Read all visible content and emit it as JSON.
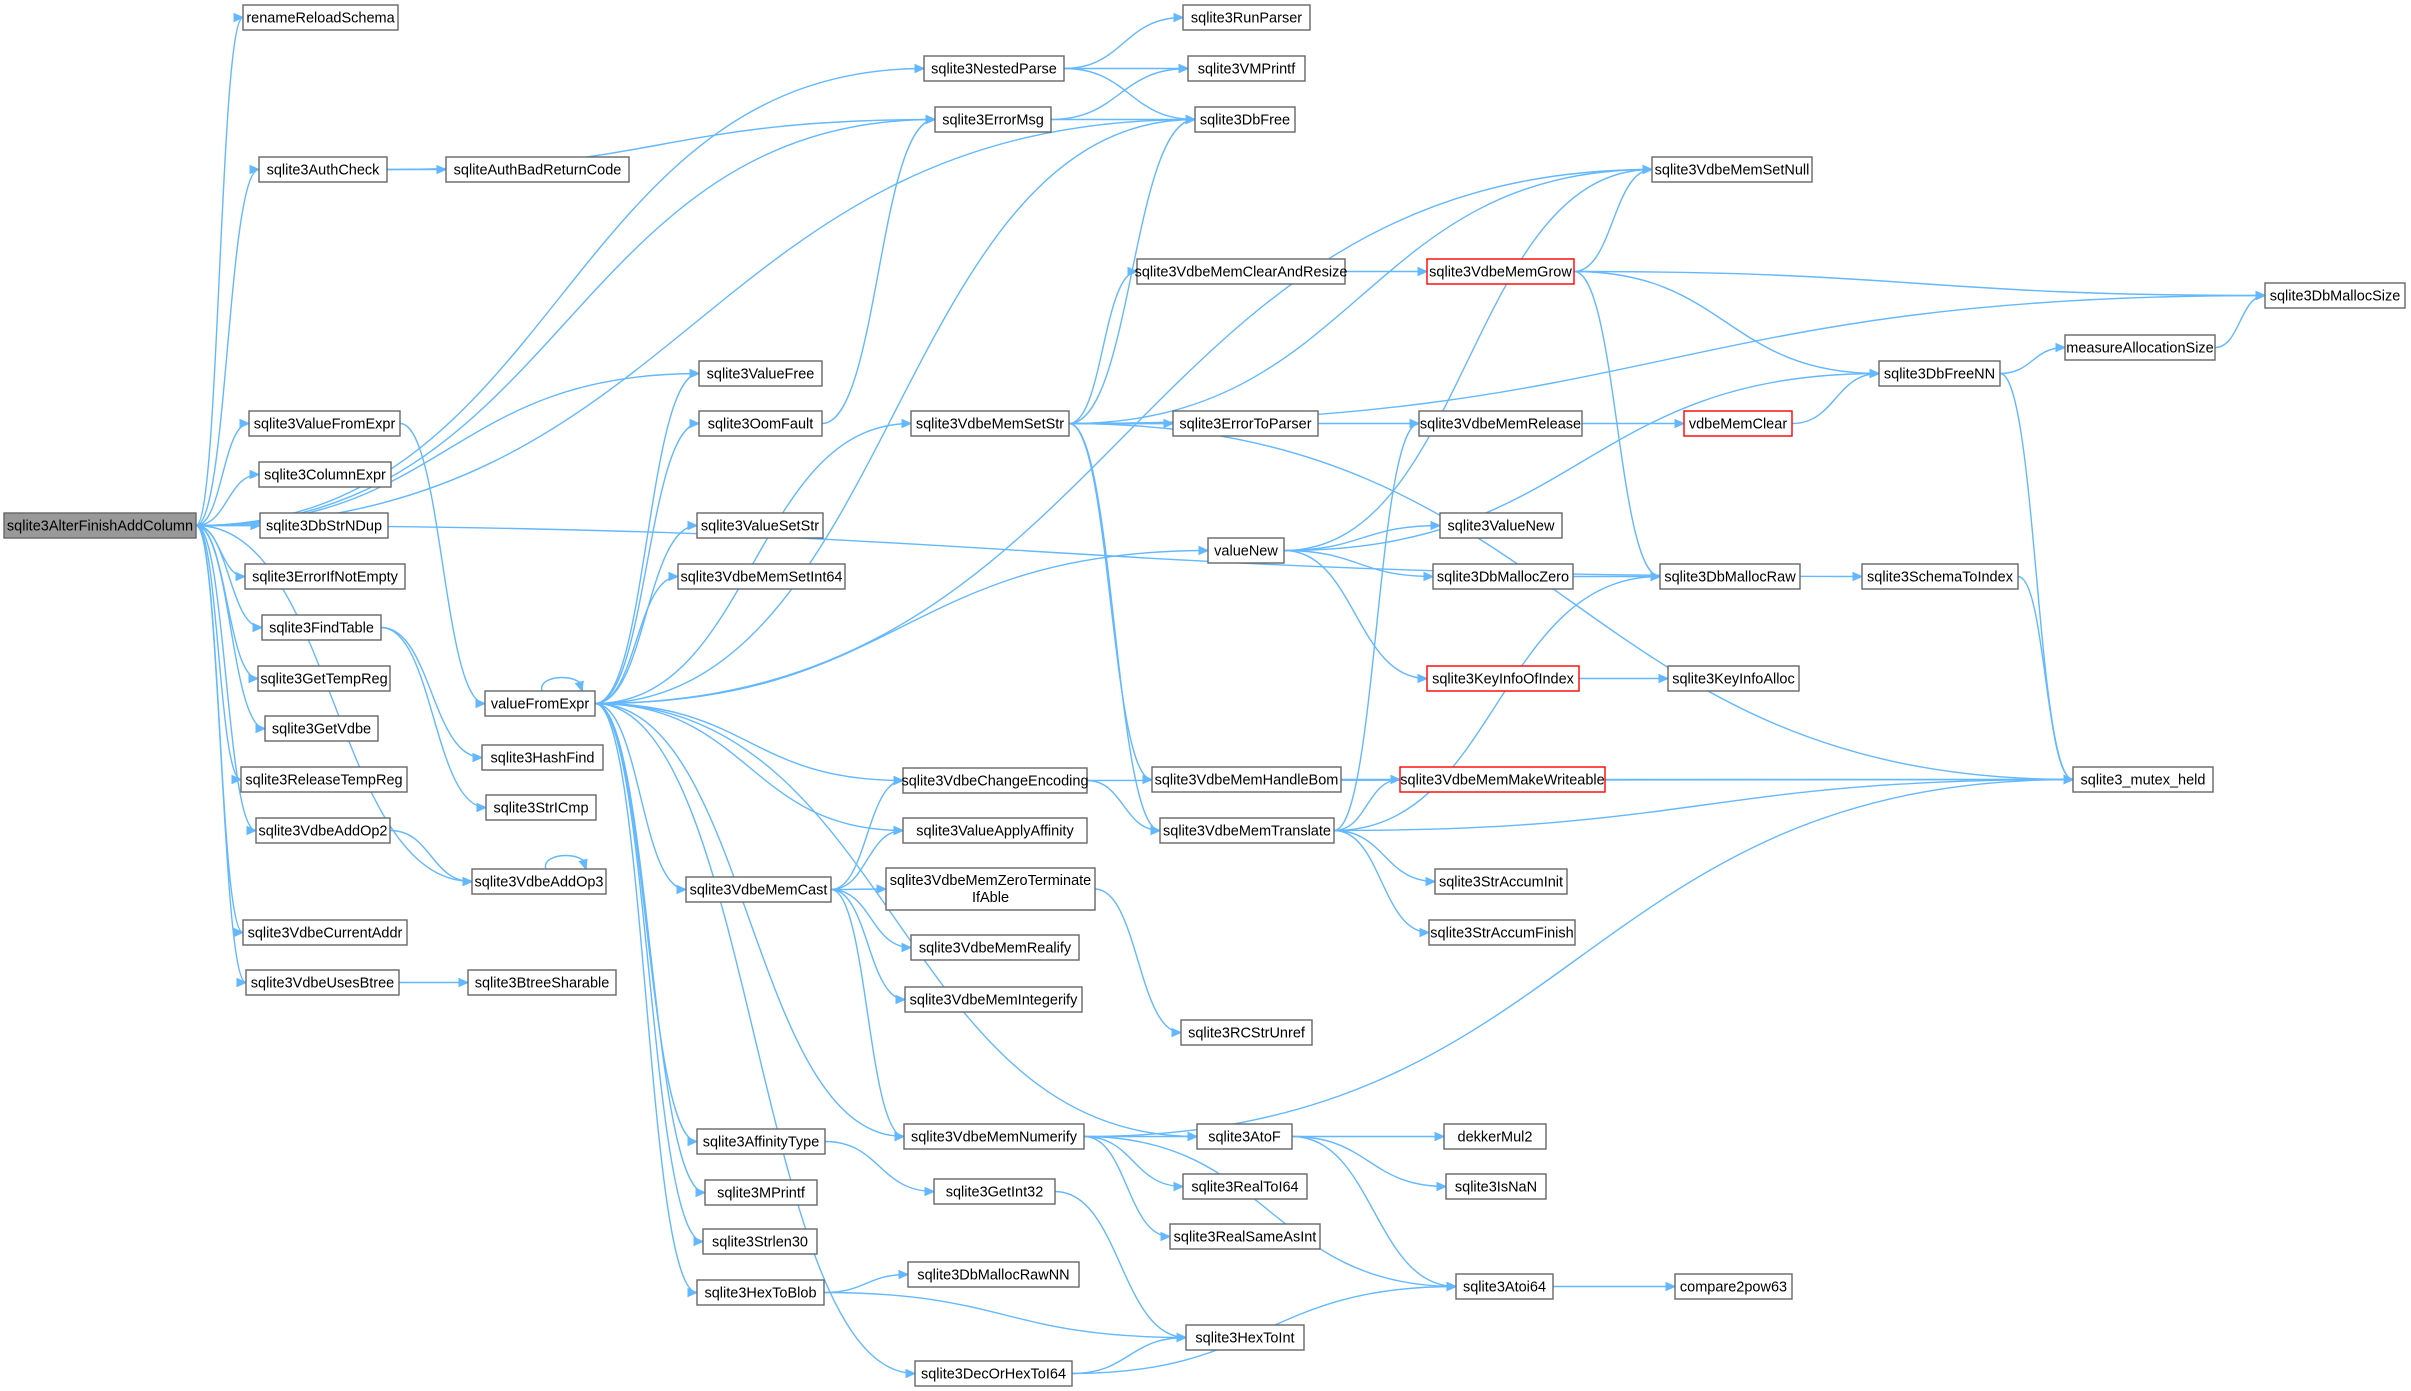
{
  "colors": {
    "edge": "#63b8ff",
    "node_border": "#666666",
    "node_border_incomplete": "#ff0000",
    "root_fill": "#999999"
  },
  "nodes": [
    {
      "id": "sqlite3AlterFinishAddColumn",
      "label": "sqlite3AlterFinishAddColumn",
      "root": true
    },
    {
      "id": "renameReloadSchema",
      "label": "renameReloadSchema"
    },
    {
      "id": "sqlite3AuthCheck",
      "label": "sqlite3AuthCheck"
    },
    {
      "id": "sqlite3ValueFromExpr",
      "label": "sqlite3ValueFromExpr"
    },
    {
      "id": "sqlite3ColumnExpr",
      "label": "sqlite3ColumnExpr"
    },
    {
      "id": "sqlite3DbStrNDup",
      "label": "sqlite3DbStrNDup"
    },
    {
      "id": "sqlite3ErrorIfNotEmpty",
      "label": "sqlite3ErrorIfNotEmpty"
    },
    {
      "id": "sqlite3FindTable",
      "label": "sqlite3FindTable"
    },
    {
      "id": "sqlite3GetTempReg",
      "label": "sqlite3GetTempReg"
    },
    {
      "id": "sqlite3GetVdbe",
      "label": "sqlite3GetVdbe"
    },
    {
      "id": "sqlite3ReleaseTempReg",
      "label": "sqlite3ReleaseTempReg"
    },
    {
      "id": "sqlite3VdbeAddOp2",
      "label": "sqlite3VdbeAddOp2"
    },
    {
      "id": "sqlite3VdbeCurrentAddr",
      "label": "sqlite3VdbeCurrentAddr"
    },
    {
      "id": "sqlite3VdbeUsesBtree",
      "label": "sqlite3VdbeUsesBtree"
    },
    {
      "id": "sqliteAuthBadReturnCode",
      "label": "sqliteAuthBadReturnCode"
    },
    {
      "id": "valueFromExpr",
      "label": "valueFromExpr"
    },
    {
      "id": "sqlite3HashFind",
      "label": "sqlite3HashFind"
    },
    {
      "id": "sqlite3StrICmp",
      "label": "sqlite3StrICmp"
    },
    {
      "id": "sqlite3VdbeAddOp3",
      "label": "sqlite3VdbeAddOp3"
    },
    {
      "id": "sqlite3BtreeSharable",
      "label": "sqlite3BtreeSharable"
    },
    {
      "id": "sqlite3NestedParse",
      "label": "sqlite3NestedParse"
    },
    {
      "id": "sqlite3ErrorMsg",
      "label": "sqlite3ErrorMsg"
    },
    {
      "id": "sqlite3ValueFree",
      "label": "sqlite3ValueFree"
    },
    {
      "id": "sqlite3OomFault",
      "label": "sqlite3OomFault"
    },
    {
      "id": "sqlite3ValueSetStr",
      "label": "sqlite3ValueSetStr"
    },
    {
      "id": "sqlite3VdbeMemSetInt64",
      "label": "sqlite3VdbeMemSetInt64"
    },
    {
      "id": "sqlite3VdbeMemCast",
      "label": "sqlite3VdbeMemCast"
    },
    {
      "id": "sqlite3AffinityType",
      "label": "sqlite3AffinityType"
    },
    {
      "id": "sqlite3MPrintf",
      "label": "sqlite3MPrintf"
    },
    {
      "id": "sqlite3Strlen30",
      "label": "sqlite3Strlen30"
    },
    {
      "id": "sqlite3HexToBlob",
      "label": "sqlite3HexToBlob"
    },
    {
      "id": "sqlite3DecOrHexToI64",
      "label": "sqlite3DecOrHexToI64"
    },
    {
      "id": "sqlite3RunParser",
      "label": "sqlite3RunParser"
    },
    {
      "id": "sqlite3VMPrintf",
      "label": "sqlite3VMPrintf"
    },
    {
      "id": "sqlite3DbFree",
      "label": "sqlite3DbFree"
    },
    {
      "id": "sqlite3VdbeMemSetStr",
      "label": "sqlite3VdbeMemSetStr"
    },
    {
      "id": "sqlite3VdbeChangeEncoding",
      "label": "sqlite3VdbeChangeEncoding"
    },
    {
      "id": "sqlite3ValueApplyAffinity",
      "label": "sqlite3ValueApplyAffinity"
    },
    {
      "id": "sqlite3VdbeMemZeroTerminateIfAble",
      "label": "sqlite3VdbeMemZeroTerminate",
      "label2": "IfAble"
    },
    {
      "id": "sqlite3VdbeMemRealify",
      "label": "sqlite3VdbeMemRealify"
    },
    {
      "id": "sqlite3VdbeMemIntegerify",
      "label": "sqlite3VdbeMemIntegerify"
    },
    {
      "id": "sqlite3VdbeMemNumerify",
      "label": "sqlite3VdbeMemNumerify"
    },
    {
      "id": "sqlite3GetInt32",
      "label": "sqlite3GetInt32"
    },
    {
      "id": "sqlite3DbMallocRawNN",
      "label": "sqlite3DbMallocRawNN"
    },
    {
      "id": "sqlite3VdbeMemClearAndResize",
      "label": "sqlite3VdbeMemClearAndResize"
    },
    {
      "id": "sqlite3ErrorToParser",
      "label": "sqlite3ErrorToParser"
    },
    {
      "id": "valueNew",
      "label": "valueNew"
    },
    {
      "id": "sqlite3VdbeMemHandleBom",
      "label": "sqlite3VdbeMemHandleBom"
    },
    {
      "id": "sqlite3VdbeMemTranslate",
      "label": "sqlite3VdbeMemTranslate"
    },
    {
      "id": "sqlite3RCStrUnref",
      "label": "sqlite3RCStrUnref"
    },
    {
      "id": "sqlite3AtoF",
      "label": "sqlite3AtoF"
    },
    {
      "id": "sqlite3RealToI64",
      "label": "sqlite3RealToI64"
    },
    {
      "id": "sqlite3RealSameAsInt",
      "label": "sqlite3RealSameAsInt"
    },
    {
      "id": "sqlite3HexToInt",
      "label": "sqlite3HexToInt"
    },
    {
      "id": "sqlite3VdbeMemSetNull",
      "label": "sqlite3VdbeMemSetNull"
    },
    {
      "id": "sqlite3VdbeMemGrow",
      "label": "sqlite3VdbeMemGrow",
      "incomplete": true
    },
    {
      "id": "sqlite3VdbeMemRelease",
      "label": "sqlite3VdbeMemRelease"
    },
    {
      "id": "sqlite3ValueNew",
      "label": "sqlite3ValueNew"
    },
    {
      "id": "sqlite3DbMallocZero",
      "label": "sqlite3DbMallocZero"
    },
    {
      "id": "sqlite3KeyInfoOfIndex",
      "label": "sqlite3KeyInfoOfIndex",
      "incomplete": true
    },
    {
      "id": "sqlite3VdbeMemMakeWriteable",
      "label": "sqlite3VdbeMemMakeWriteable",
      "incomplete": true
    },
    {
      "id": "sqlite3StrAccumInit",
      "label": "sqlite3StrAccumInit"
    },
    {
      "id": "sqlite3StrAccumFinish",
      "label": "sqlite3StrAccumFinish"
    },
    {
      "id": "dekkerMul2",
      "label": "dekkerMul2"
    },
    {
      "id": "sqlite3IsNaN",
      "label": "sqlite3IsNaN"
    },
    {
      "id": "sqlite3Atoi64",
      "label": "sqlite3Atoi64"
    },
    {
      "id": "vdbeMemClear",
      "label": "vdbeMemClear",
      "incomplete": true
    },
    {
      "id": "sqlite3DbMallocRaw",
      "label": "sqlite3DbMallocRaw"
    },
    {
      "id": "sqlite3KeyInfoAlloc",
      "label": "sqlite3KeyInfoAlloc"
    },
    {
      "id": "compare2pow63",
      "label": "compare2pow63"
    },
    {
      "id": "sqlite3SchemaToIndex",
      "label": "sqlite3SchemaToIndex"
    },
    {
      "id": "sqlite3DbFreeNN",
      "label": "sqlite3DbFreeNN"
    },
    {
      "id": "sqlite3_mutex_held",
      "label": "sqlite3_mutex_held"
    },
    {
      "id": "sqlite3DbMallocSize",
      "label": "sqlite3DbMallocSize"
    },
    {
      "id": "measureAllocationSize",
      "label": "measureAllocationSize"
    }
  ],
  "edges": [
    [
      "sqlite3AlterFinishAddColumn",
      "renameReloadSchema"
    ],
    [
      "sqlite3AlterFinishAddColumn",
      "sqlite3AuthCheck"
    ],
    [
      "sqlite3AlterFinishAddColumn",
      "sqlite3NestedParse"
    ],
    [
      "sqlite3AlterFinishAddColumn",
      "sqlite3ErrorMsg"
    ],
    [
      "sqlite3AlterFinishAddColumn",
      "sqlite3DbFree"
    ],
    [
      "sqlite3AlterFinishAddColumn",
      "sqlite3ValueFree"
    ],
    [
      "sqlite3AlterFinishAddColumn",
      "sqlite3SchemaToIndex"
    ],
    [
      "sqlite3AlterFinishAddColumn",
      "sqlite3ValueFromExpr"
    ],
    [
      "sqlite3AlterFinishAddColumn",
      "sqlite3ColumnExpr"
    ],
    [
      "sqlite3AlterFinishAddColumn",
      "sqlite3DbStrNDup"
    ],
    [
      "sqlite3AlterFinishAddColumn",
      "sqlite3ErrorIfNotEmpty"
    ],
    [
      "sqlite3AlterFinishAddColumn",
      "sqlite3FindTable"
    ],
    [
      "sqlite3AlterFinishAddColumn",
      "sqlite3GetTempReg"
    ],
    [
      "sqlite3AlterFinishAddColumn",
      "sqlite3GetVdbe"
    ],
    [
      "sqlite3AlterFinishAddColumn",
      "sqlite3ReleaseTempReg"
    ],
    [
      "sqlite3AlterFinishAddColumn",
      "sqlite3VdbeAddOp2"
    ],
    [
      "sqlite3AlterFinishAddColumn",
      "sqlite3VdbeAddOp3"
    ],
    [
      "sqlite3AlterFinishAddColumn",
      "sqlite3VdbeCurrentAddr"
    ],
    [
      "sqlite3AlterFinishAddColumn",
      "sqlite3VdbeUsesBtree"
    ],
    [
      "sqlite3AuthCheck",
      "sqlite3ErrorMsg"
    ],
    [
      "sqlite3AuthCheck",
      "sqliteAuthBadReturnCode"
    ],
    [
      "sqlite3ValueFromExpr",
      "valueFromExpr"
    ],
    [
      "sqlite3FindTable",
      "sqlite3HashFind"
    ],
    [
      "sqlite3FindTable",
      "sqlite3StrICmp"
    ],
    [
      "sqlite3VdbeAddOp2",
      "sqlite3VdbeAddOp3"
    ],
    [
      "sqlite3VdbeAddOp3",
      "sqlite3VdbeAddOp3"
    ],
    [
      "sqlite3VdbeUsesBtree",
      "sqlite3BtreeSharable"
    ],
    [
      "sqlite3NestedParse",
      "sqlite3RunParser"
    ],
    [
      "sqlite3NestedParse",
      "sqlite3VMPrintf"
    ],
    [
      "sqlite3NestedParse",
      "sqlite3DbFree"
    ],
    [
      "sqlite3ErrorMsg",
      "sqlite3VMPrintf"
    ],
    [
      "sqlite3ErrorMsg",
      "sqlite3DbFree"
    ],
    [
      "sqlite3OomFault",
      "sqlite3ErrorMsg"
    ],
    [
      "valueFromExpr",
      "valueFromExpr"
    ],
    [
      "valueFromExpr",
      "sqlite3ValueFree"
    ],
    [
      "valueFromExpr",
      "sqlite3OomFault"
    ],
    [
      "valueFromExpr",
      "sqlite3ValueSetStr"
    ],
    [
      "valueFromExpr",
      "sqlite3VdbeMemSetInt64"
    ],
    [
      "valueFromExpr",
      "sqlite3DbFree"
    ],
    [
      "valueFromExpr",
      "sqlite3VdbeMemSetNull"
    ],
    [
      "valueFromExpr",
      "sqlite3VdbeMemSetStr"
    ],
    [
      "valueFromExpr",
      "valueNew"
    ],
    [
      "valueFromExpr",
      "sqlite3VdbeChangeEncoding"
    ],
    [
      "valueFromExpr",
      "sqlite3ValueApplyAffinity"
    ],
    [
      "valueFromExpr",
      "sqlite3VdbeMemCast"
    ],
    [
      "valueFromExpr",
      "sqlite3AffinityType"
    ],
    [
      "valueFromExpr",
      "sqlite3MPrintf"
    ],
    [
      "valueFromExpr",
      "sqlite3Strlen30"
    ],
    [
      "valueFromExpr",
      "sqlite3HexToBlob"
    ],
    [
      "valueFromExpr",
      "sqlite3DecOrHexToI64"
    ],
    [
      "valueFromExpr",
      "sqlite3VdbeMemNumerify"
    ],
    [
      "valueFromExpr",
      "sqlite3AtoF"
    ],
    [
      "sqlite3VdbeMemCast",
      "sqlite3VdbeChangeEncoding"
    ],
    [
      "sqlite3VdbeMemCast",
      "sqlite3ValueApplyAffinity"
    ],
    [
      "sqlite3VdbeMemCast",
      "sqlite3VdbeMemZeroTerminateIfAble"
    ],
    [
      "sqlite3VdbeMemCast",
      "sqlite3VdbeMemRealify"
    ],
    [
      "sqlite3VdbeMemCast",
      "sqlite3VdbeMemIntegerify"
    ],
    [
      "sqlite3VdbeMemCast",
      "sqlite3VdbeMemNumerify"
    ],
    [
      "sqlite3AffinityType",
      "sqlite3GetInt32"
    ],
    [
      "sqlite3GetInt32",
      "sqlite3HexToInt"
    ],
    [
      "sqlite3HexToBlob",
      "sqlite3DbMallocRawNN"
    ],
    [
      "sqlite3HexToBlob",
      "sqlite3HexToInt"
    ],
    [
      "sqlite3DecOrHexToI64",
      "sqlite3HexToInt"
    ],
    [
      "sqlite3DecOrHexToI64",
      "sqlite3Atoi64"
    ],
    [
      "sqlite3VdbeMemSetStr",
      "sqlite3DbFree"
    ],
    [
      "sqlite3VdbeMemSetStr",
      "sqlite3VdbeMemSetNull"
    ],
    [
      "sqlite3VdbeMemSetStr",
      "sqlite3VdbeMemClearAndResize"
    ],
    [
      "sqlite3VdbeMemSetStr",
      "sqlite3DbMallocSize"
    ],
    [
      "sqlite3VdbeMemSetStr",
      "sqlite3ErrorToParser"
    ],
    [
      "sqlite3VdbeMemSetStr",
      "sqlite3VdbeMemRelease"
    ],
    [
      "sqlite3VdbeMemSetStr",
      "sqlite3VdbeMemHandleBom"
    ],
    [
      "sqlite3VdbeMemSetStr",
      "sqlite3VdbeMemTranslate"
    ],
    [
      "sqlite3VdbeMemSetStr",
      "sqlite3_mutex_held"
    ],
    [
      "sqlite3VdbeChangeEncoding",
      "sqlite3VdbeMemTranslate"
    ],
    [
      "sqlite3VdbeChangeEncoding",
      "sqlite3_mutex_held"
    ],
    [
      "sqlite3VdbeMemZeroTerminateIfAble",
      "sqlite3RCStrUnref"
    ],
    [
      "sqlite3VdbeMemNumerify",
      "sqlite3AtoF"
    ],
    [
      "sqlite3VdbeMemNumerify",
      "sqlite3RealToI64"
    ],
    [
      "sqlite3VdbeMemNumerify",
      "sqlite3RealSameAsInt"
    ],
    [
      "sqlite3VdbeMemNumerify",
      "sqlite3Atoi64"
    ],
    [
      "sqlite3VdbeMemNumerify",
      "sqlite3_mutex_held"
    ],
    [
      "sqlite3VdbeMemClearAndResize",
      "sqlite3VdbeMemGrow"
    ],
    [
      "valueNew",
      "sqlite3ValueNew"
    ],
    [
      "valueNew",
      "sqlite3DbMallocZero"
    ],
    [
      "valueNew",
      "sqlite3KeyInfoOfIndex"
    ],
    [
      "valueNew",
      "sqlite3VdbeMemSetNull"
    ],
    [
      "valueNew",
      "sqlite3DbFreeNN"
    ],
    [
      "sqlite3VdbeMemHandleBom",
      "sqlite3VdbeMemMakeWriteable"
    ],
    [
      "sqlite3VdbeMemTranslate",
      "sqlite3VdbeMemMakeWriteable"
    ],
    [
      "sqlite3VdbeMemTranslate",
      "sqlite3VdbeMemRelease"
    ],
    [
      "sqlite3VdbeMemTranslate",
      "sqlite3DbMallocRaw"
    ],
    [
      "sqlite3VdbeMemTranslate",
      "sqlite3StrAccumInit"
    ],
    [
      "sqlite3VdbeMemTranslate",
      "sqlite3StrAccumFinish"
    ],
    [
      "sqlite3VdbeMemTranslate",
      "sqlite3_mutex_held"
    ],
    [
      "sqlite3AtoF",
      "dekkerMul2"
    ],
    [
      "sqlite3AtoF",
      "sqlite3IsNaN"
    ],
    [
      "sqlite3AtoF",
      "sqlite3Atoi64"
    ],
    [
      "sqlite3VdbeMemGrow",
      "sqlite3VdbeMemSetNull"
    ],
    [
      "sqlite3VdbeMemGrow",
      "sqlite3DbMallocSize"
    ],
    [
      "sqlite3VdbeMemGrow",
      "sqlite3DbFreeNN"
    ],
    [
      "sqlite3VdbeMemGrow",
      "sqlite3DbMallocRaw"
    ],
    [
      "sqlite3VdbeMemRelease",
      "vdbeMemClear"
    ],
    [
      "vdbeMemClear",
      "sqlite3DbFreeNN"
    ],
    [
      "sqlite3DbMallocZero",
      "sqlite3DbMallocRaw"
    ],
    [
      "sqlite3KeyInfoOfIndex",
      "sqlite3KeyInfoAlloc"
    ],
    [
      "sqlite3VdbeMemMakeWriteable",
      "sqlite3_mutex_held"
    ],
    [
      "sqlite3Atoi64",
      "compare2pow63"
    ],
    [
      "sqlite3SchemaToIndex",
      "sqlite3_mutex_held"
    ],
    [
      "sqlite3DbFreeNN",
      "measureAllocationSize"
    ],
    [
      "sqlite3DbFreeNN",
      "sqlite3_mutex_held"
    ],
    [
      "measureAllocationSize",
      "sqlite3DbMallocSize"
    ]
  ]
}
